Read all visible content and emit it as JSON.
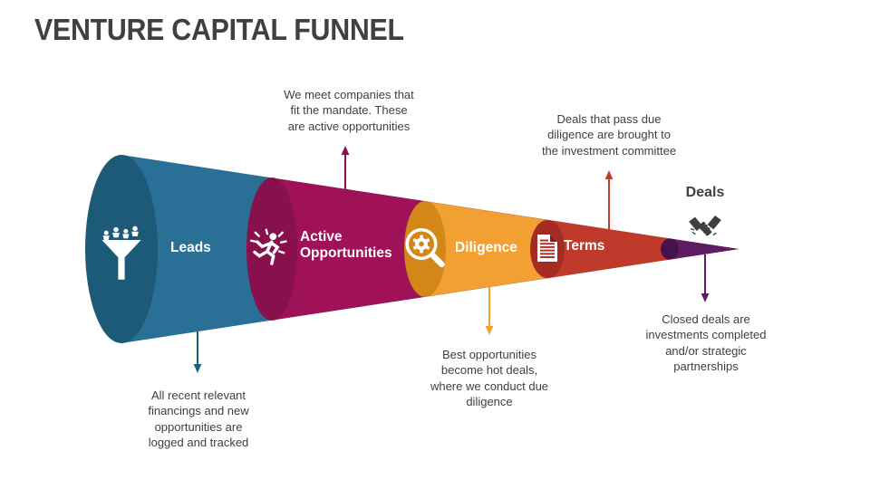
{
  "slide": {
    "title": "VENTURE CAPITAL FUNNEL",
    "title_color": "#404040",
    "background_color": "#ffffff",
    "text_color": "#3f3f3f"
  },
  "funnel": {
    "stages": [
      {
        "label": "Leads",
        "icon": "funnel-users-icon",
        "body_color": "#2a6f96",
        "rim_color": "#1c5a78",
        "label_color": "#ffffff"
      },
      {
        "label": "Active\nOpportunities",
        "icon": "running-person-icon",
        "body_color": "#a01257",
        "rim_color": "#87104d",
        "label_color": "#ffffff"
      },
      {
        "label": "Diligence",
        "icon": "magnifier-gear-icon",
        "body_color": "#f2a032",
        "rim_color": "#d28716",
        "label_color": "#ffffff"
      },
      {
        "label": "Terms",
        "icon": "document-icon",
        "body_color": "#c03a2c",
        "rim_color": "#a32b21",
        "label_color": "#ffffff"
      },
      {
        "label": "Deals",
        "icon": "handshake-icon",
        "body_color": "#5e1b66",
        "rim_color": "#45124e",
        "label_color": "#404040"
      }
    ]
  },
  "annotations": [
    {
      "stage": "Leads",
      "position": "below",
      "arrow_color": "#1e617e",
      "text": "All recent relevant\nfinancings and new\nopportunities are\nlogged and tracked"
    },
    {
      "stage": "Active Opportunities",
      "position": "above",
      "arrow_color": "#87104d",
      "text": "We meet companies that\nfit the mandate. These\nare active opportunities"
    },
    {
      "stage": "Diligence",
      "position": "below",
      "arrow_color": "#f2a032",
      "text": "Best opportunities\nbecome hot deals,\nwhere we conduct due\ndiligence"
    },
    {
      "stage": "Terms",
      "position": "above",
      "arrow_color": "#c23b2c",
      "text": "Deals that pass due\ndiligence are brought to\nthe investment committee"
    },
    {
      "stage": "Deals",
      "position": "below",
      "arrow_color": "#5e1b66",
      "text": "Closed deals are\ninvestments completed\nand/or strategic\npartnerships"
    }
  ]
}
